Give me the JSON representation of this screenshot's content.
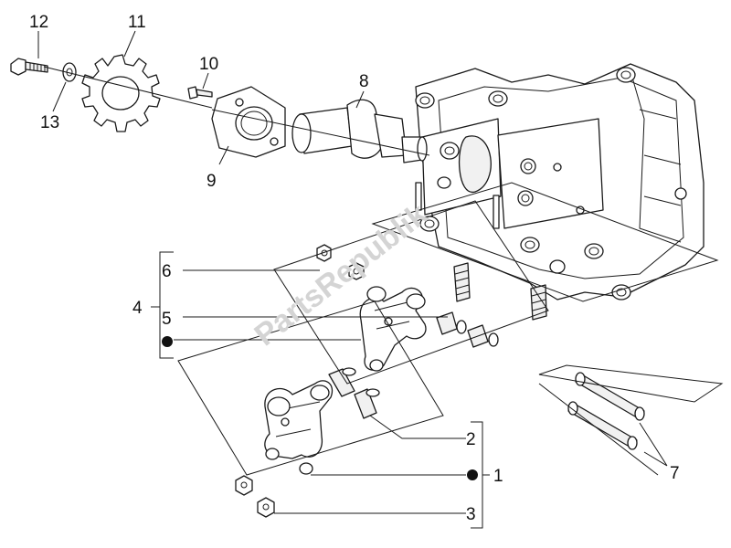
{
  "watermark": "PartsRepublik",
  "callouts": [
    {
      "id": "12",
      "label": "12"
    },
    {
      "id": "11",
      "label": "11"
    },
    {
      "id": "10",
      "label": "10"
    },
    {
      "id": "8",
      "label": "8"
    },
    {
      "id": "13",
      "label": "13"
    },
    {
      "id": "9",
      "label": "9"
    },
    {
      "id": "6",
      "label": "6"
    },
    {
      "id": "4",
      "label": "4"
    },
    {
      "id": "5",
      "label": "5"
    },
    {
      "id": "2",
      "label": "2"
    },
    {
      "id": "1",
      "label": "1"
    },
    {
      "id": "3",
      "label": "3"
    },
    {
      "id": "7",
      "label": "7"
    }
  ]
}
